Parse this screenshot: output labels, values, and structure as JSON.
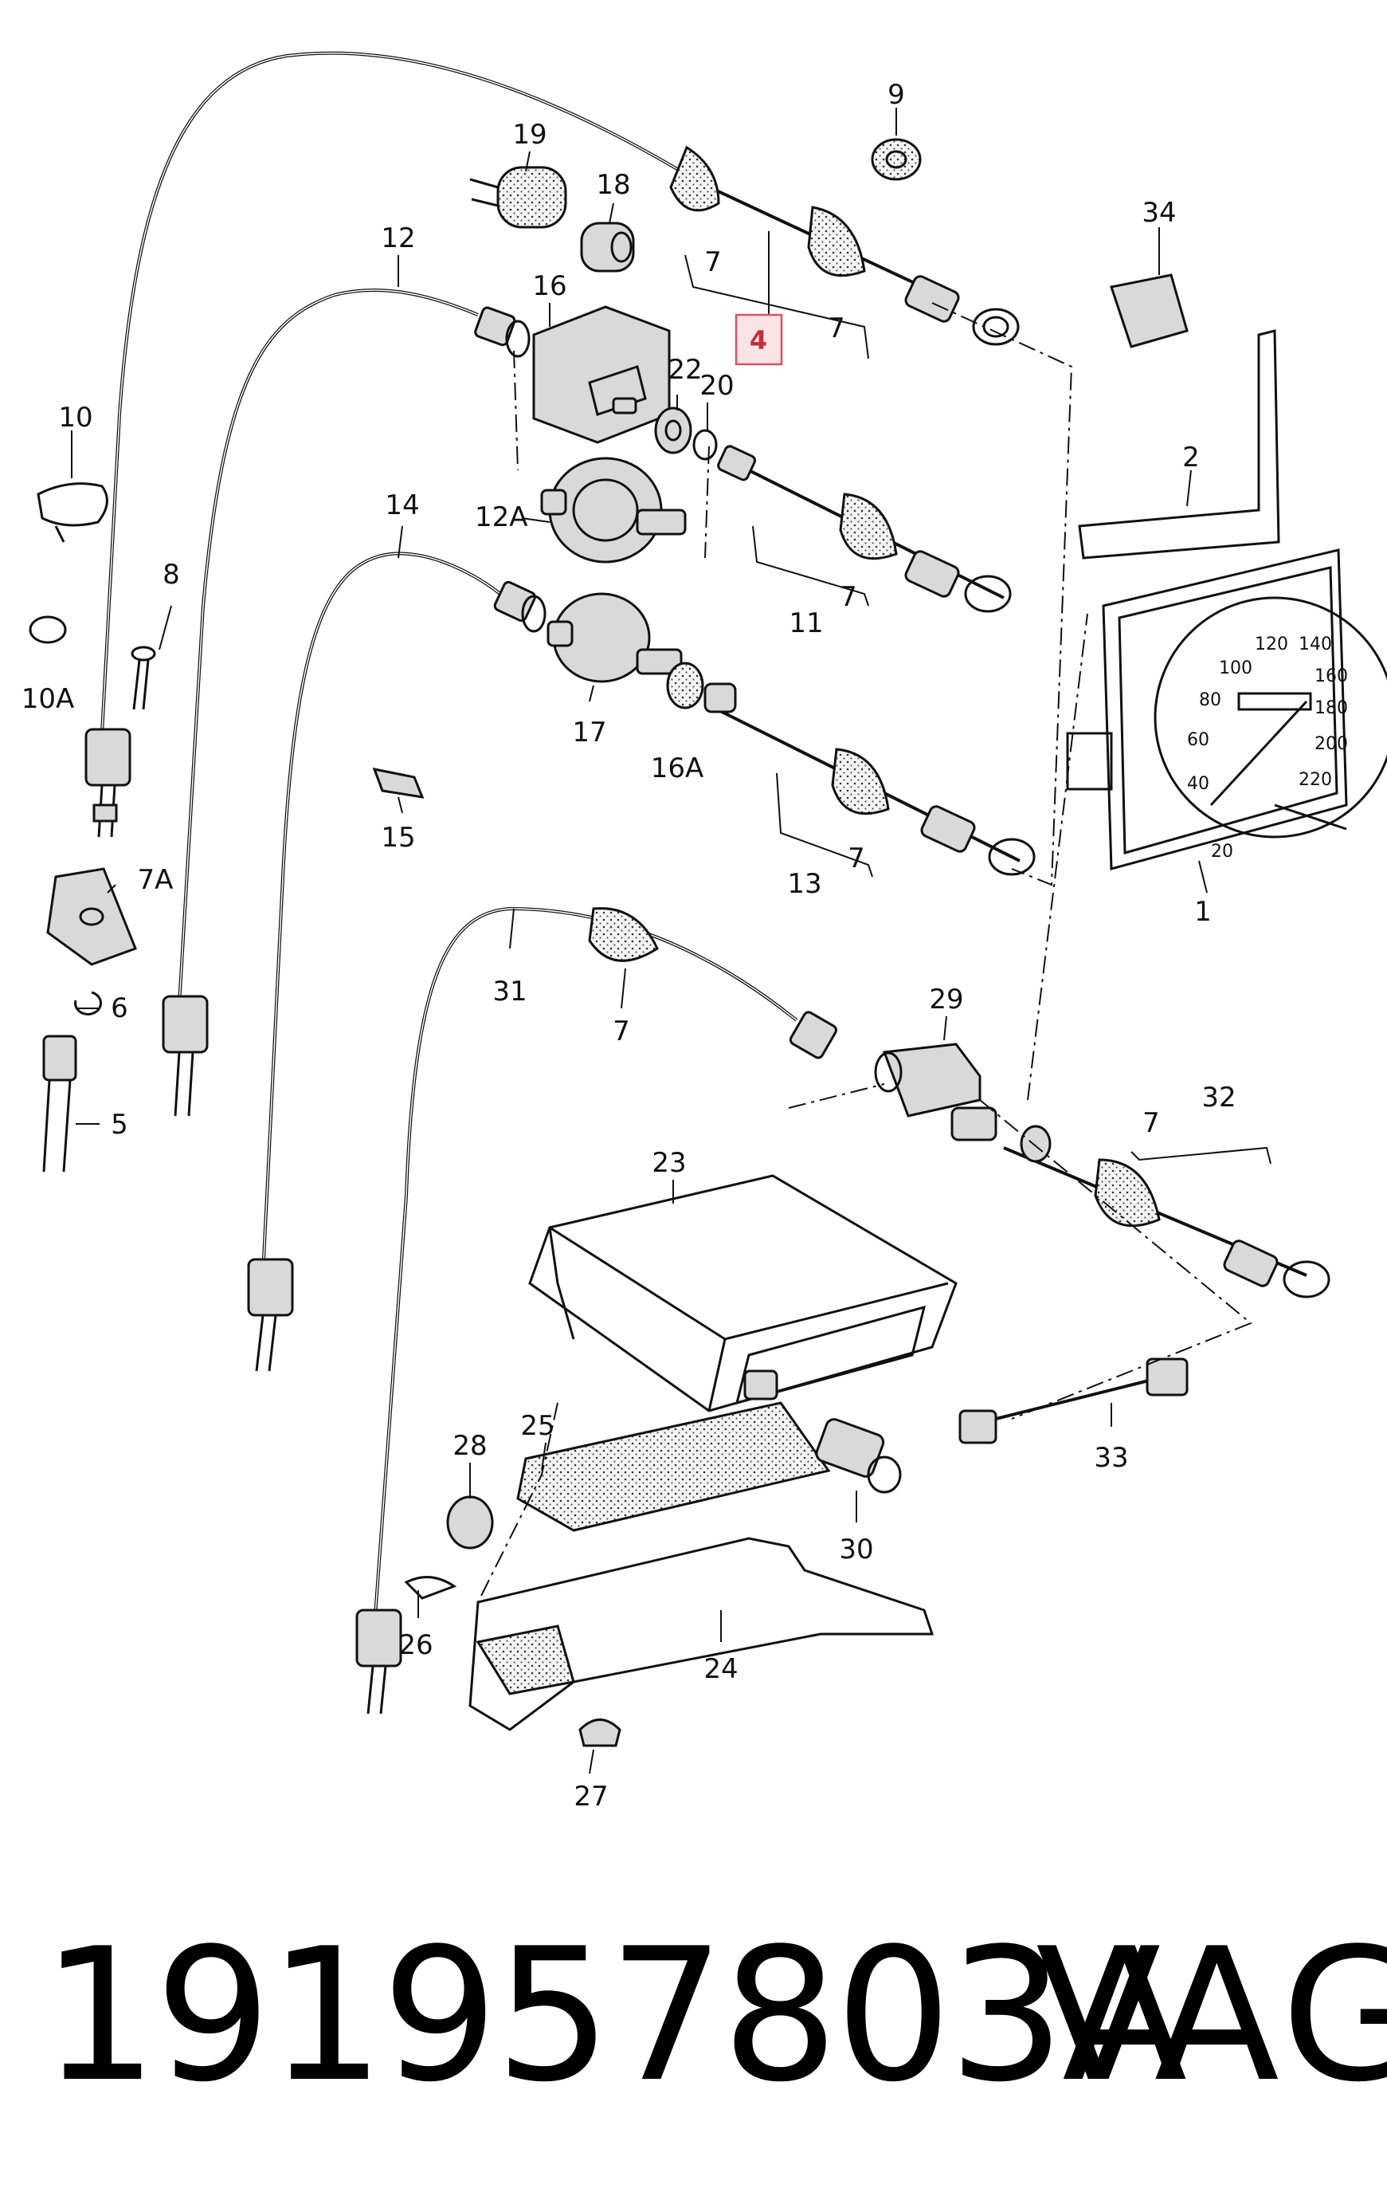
{
  "diagram": {
    "callouts": {
      "c1": "1",
      "c2": "2",
      "c4": "4",
      "c5": "5",
      "c6": "6",
      "c7a": "7",
      "c7b": "7",
      "c7c": "7",
      "c7d": "7",
      "c7e": "7",
      "c7f": "7",
      "c7A": "7A",
      "c8": "8",
      "c9": "9",
      "c10": "10",
      "c10A": "10A",
      "c11": "11",
      "c12": "12",
      "c12A": "12A",
      "c13": "13",
      "c14": "14",
      "c15": "15",
      "c16": "16",
      "c16A": "16A",
      "c17": "17",
      "c18": "18",
      "c19": "19",
      "c20": "20",
      "c22": "22",
      "c23": "23",
      "c24": "24",
      "c25": "25",
      "c26": "26",
      "c27": "27",
      "c28": "28",
      "c29": "29",
      "c30": "30",
      "c31": "31",
      "c32": "32",
      "c33": "33",
      "c34": "34"
    },
    "gauge_labels": [
      "20",
      "40",
      "60",
      "80",
      "100",
      "120",
      "140",
      "160",
      "180",
      "200",
      "220"
    ],
    "highlight_color": "#d9545f"
  },
  "footer": {
    "part_number": "191957803A",
    "brand": "VAG"
  }
}
